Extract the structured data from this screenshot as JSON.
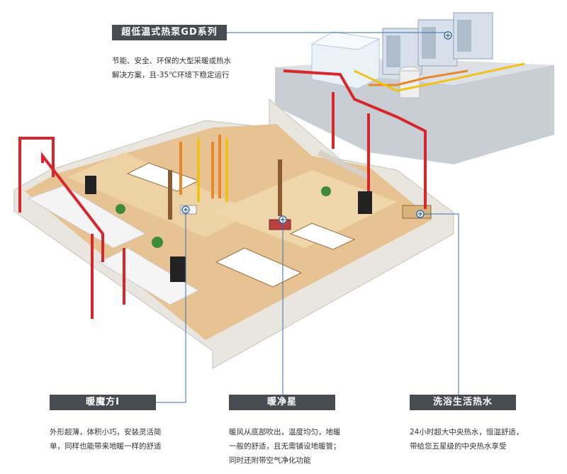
{
  "top": {
    "title": "超低温式热泵GD系列",
    "desc_lines": [
      "节能、安全、环保的大型采暖或热水",
      "解决方案，且-35℃环境下稳定运行"
    ]
  },
  "bottom": [
    {
      "title": "暖魔方I",
      "desc_lines": [
        "外形超薄，体积小巧，安装灵活简",
        "单，同样也能带来地暖一样的舒适"
      ]
    },
    {
      "title": "暖净星",
      "desc_lines": [
        "暖风从底部吹出，温度均匀，地暖",
        "一般的舒适，且无需铺设地暖管；",
        "同时还附带空气净化功能"
      ]
    },
    {
      "title": "洗浴生活热水",
      "desc_lines": [
        "24小时超大中央热水，恒温舒适，",
        "带给您五星级的中央热水享受"
      ]
    }
  ],
  "colors": {
    "label_bg": "#474c52",
    "callout_line": "#3a6fb0",
    "hot_pipe": "#d9262b",
    "warm_pipe": "#f0c21a",
    "orange_pipe": "#e8862a",
    "floor": "#e7c393",
    "wall": "#f1efeb"
  }
}
